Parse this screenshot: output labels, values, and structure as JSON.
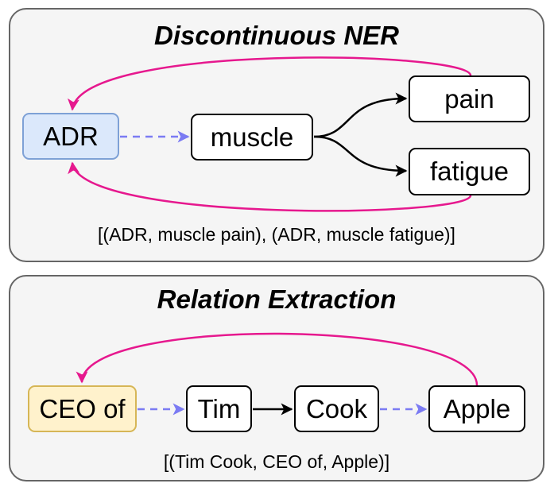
{
  "colors": {
    "panel_bg": "#f5f5f5",
    "panel_border": "#666666",
    "magenta_arc": "#e6188e",
    "dashed_blue": "#7b7bf3",
    "adr_fill": "#dbe8fb",
    "ceo_fill": "#fff2cc"
  },
  "ner": {
    "title": "Discontinuous NER",
    "nodes": {
      "adr": "ADR",
      "muscle": "muscle",
      "pain": "pain",
      "fatigue": "fatigue"
    },
    "output": "[(ADR, muscle pain), (ADR, muscle fatigue)]"
  },
  "re": {
    "title": "Relation Extraction",
    "nodes": {
      "ceo_of": "CEO of",
      "tim": "Tim",
      "cook": "Cook",
      "apple": "Apple"
    },
    "output": "[(Tim Cook, CEO of, Apple)]"
  }
}
